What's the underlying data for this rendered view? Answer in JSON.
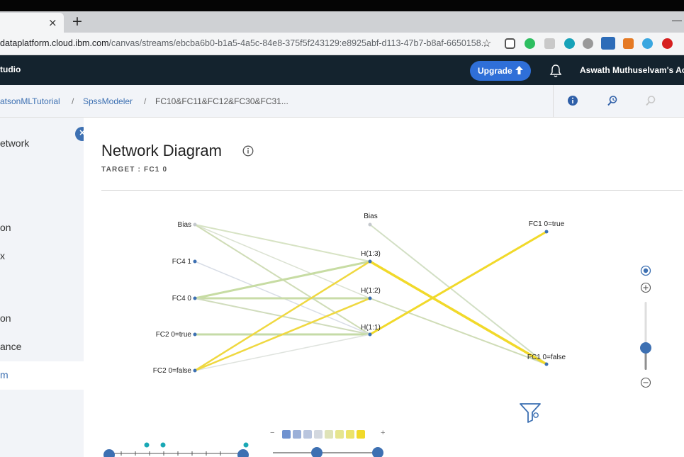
{
  "browser": {
    "tab_close": "×",
    "new_tab": "+",
    "url_host": "dataplatform.cloud.ibm.com",
    "url_path": "/canvas/streams/ebcba6b0-b1a5-4a5c-84e8-375f5f243129:e8925abf-d113-47b7-b8af-6650158...",
    "bookmark_star": "☆",
    "minimize": "—"
  },
  "app": {
    "name": "tudio",
    "upgrade_label": "Upgrade",
    "account": "Aswath Muthuselvam's Ac"
  },
  "breadcrumb": {
    "items": [
      "atsonMLTutorial",
      "SpssModeler",
      "FC10&FC11&FC12&FC30&FC31..."
    ],
    "separator": "/"
  },
  "sidebar": {
    "close_label": "×",
    "items": [
      "etwork",
      "on",
      "x",
      "on",
      "ance",
      "m"
    ]
  },
  "panel": {
    "title": "Network Diagram",
    "target": "TARGET : FC1 0"
  },
  "network": {
    "inputs": [
      "Bias",
      "FC4 1",
      "FC4 0",
      "FC2 0=true",
      "FC2 0=false"
    ],
    "hidden": [
      "Bias",
      "H(1:3)",
      "H(1:2)",
      "H(1:1)"
    ],
    "outputs": [
      "FC1 0=true",
      "FC1 0=false"
    ]
  },
  "legend": {
    "minus": "−",
    "plus": "+",
    "colors": [
      "#6f92d0",
      "#9bb0d8",
      "#b9c5de",
      "#d3d8df",
      "#dfe3b8",
      "#e6e58f",
      "#ece36a",
      "#f1d92a"
    ]
  },
  "colors": {
    "header": "#14232e",
    "accent": "#3d70b2",
    "strong_edge": "#f1d92a",
    "weak_edge": "#c9dcaa"
  }
}
